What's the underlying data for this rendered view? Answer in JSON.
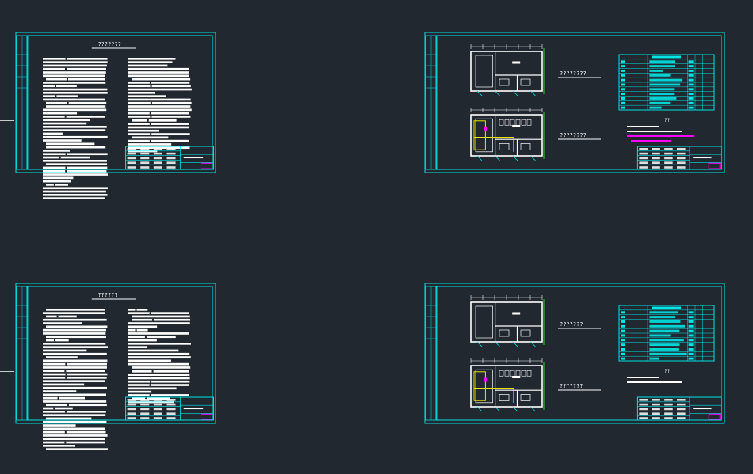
{
  "canvas": {
    "background": "#212830",
    "line_color": "#00e5e5",
    "text_color": "#ffffff",
    "accent_yellow": "#e6e600",
    "accent_magenta": "#ff00ff"
  },
  "sheets": [
    {
      "id": "sheet-notes-1",
      "kind": "notes",
      "title": "???????"
    },
    {
      "id": "sheet-plan-1",
      "kind": "plan",
      "labels": [
        "????????",
        "????????"
      ],
      "note_title": "??"
    },
    {
      "id": "sheet-notes-2",
      "kind": "notes",
      "title": "??????"
    },
    {
      "id": "sheet-plan-2",
      "kind": "plan",
      "labels": [
        "???????",
        "???????"
      ],
      "note_title": "??"
    }
  ]
}
